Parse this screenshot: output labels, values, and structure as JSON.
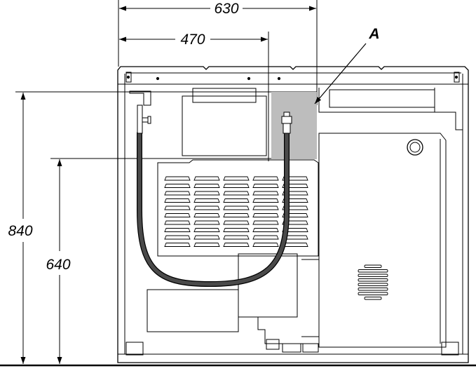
{
  "dimensions": {
    "width_label": "630",
    "hose_position_label": "470",
    "height_total_label": "840",
    "height_lower_label": "640"
  },
  "callout": {
    "label": "A"
  },
  "colors": {
    "line": "#000000",
    "area_a_fill": "#bdbdbd",
    "hose": "#4a4a4a",
    "floor": "#000000"
  }
}
